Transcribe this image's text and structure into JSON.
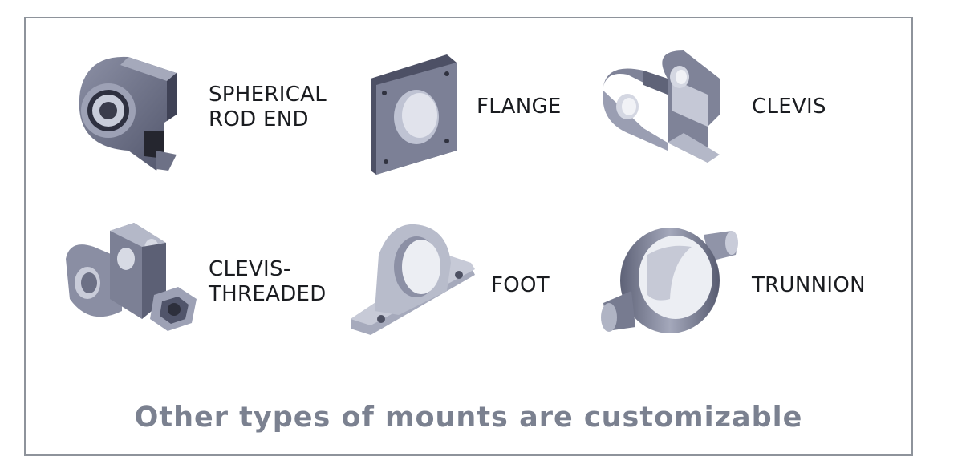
{
  "mounts": [
    {
      "id": "spherical-rod-end",
      "icon": "spherical-rod-end-icon",
      "label_lines": [
        "SPHERICAL",
        "ROD END"
      ]
    },
    {
      "id": "flange",
      "icon": "flange-icon",
      "label_lines": [
        "FLANGE"
      ]
    },
    {
      "id": "clevis",
      "icon": "clevis-icon",
      "label_lines": [
        "CLEVIS"
      ]
    },
    {
      "id": "clevis-threaded",
      "icon": "clevis-threaded-icon",
      "label_lines": [
        "CLEVIS-",
        "THREADED"
      ]
    },
    {
      "id": "foot",
      "icon": "foot-icon",
      "label_lines": [
        "FOOT"
      ]
    },
    {
      "id": "trunnion",
      "icon": "trunnion-icon",
      "label_lines": [
        "TRUNNION"
      ]
    }
  ],
  "footer": {
    "text": "Other types of mounts are customizable"
  },
  "colors": {
    "frame_border": "#8e939b",
    "label_text": "#1a1c20",
    "footer_text": "#7b8190",
    "metal_light": "#c3c7d6",
    "metal_mid": "#8d91a6",
    "metal_dark": "#5d6176"
  }
}
